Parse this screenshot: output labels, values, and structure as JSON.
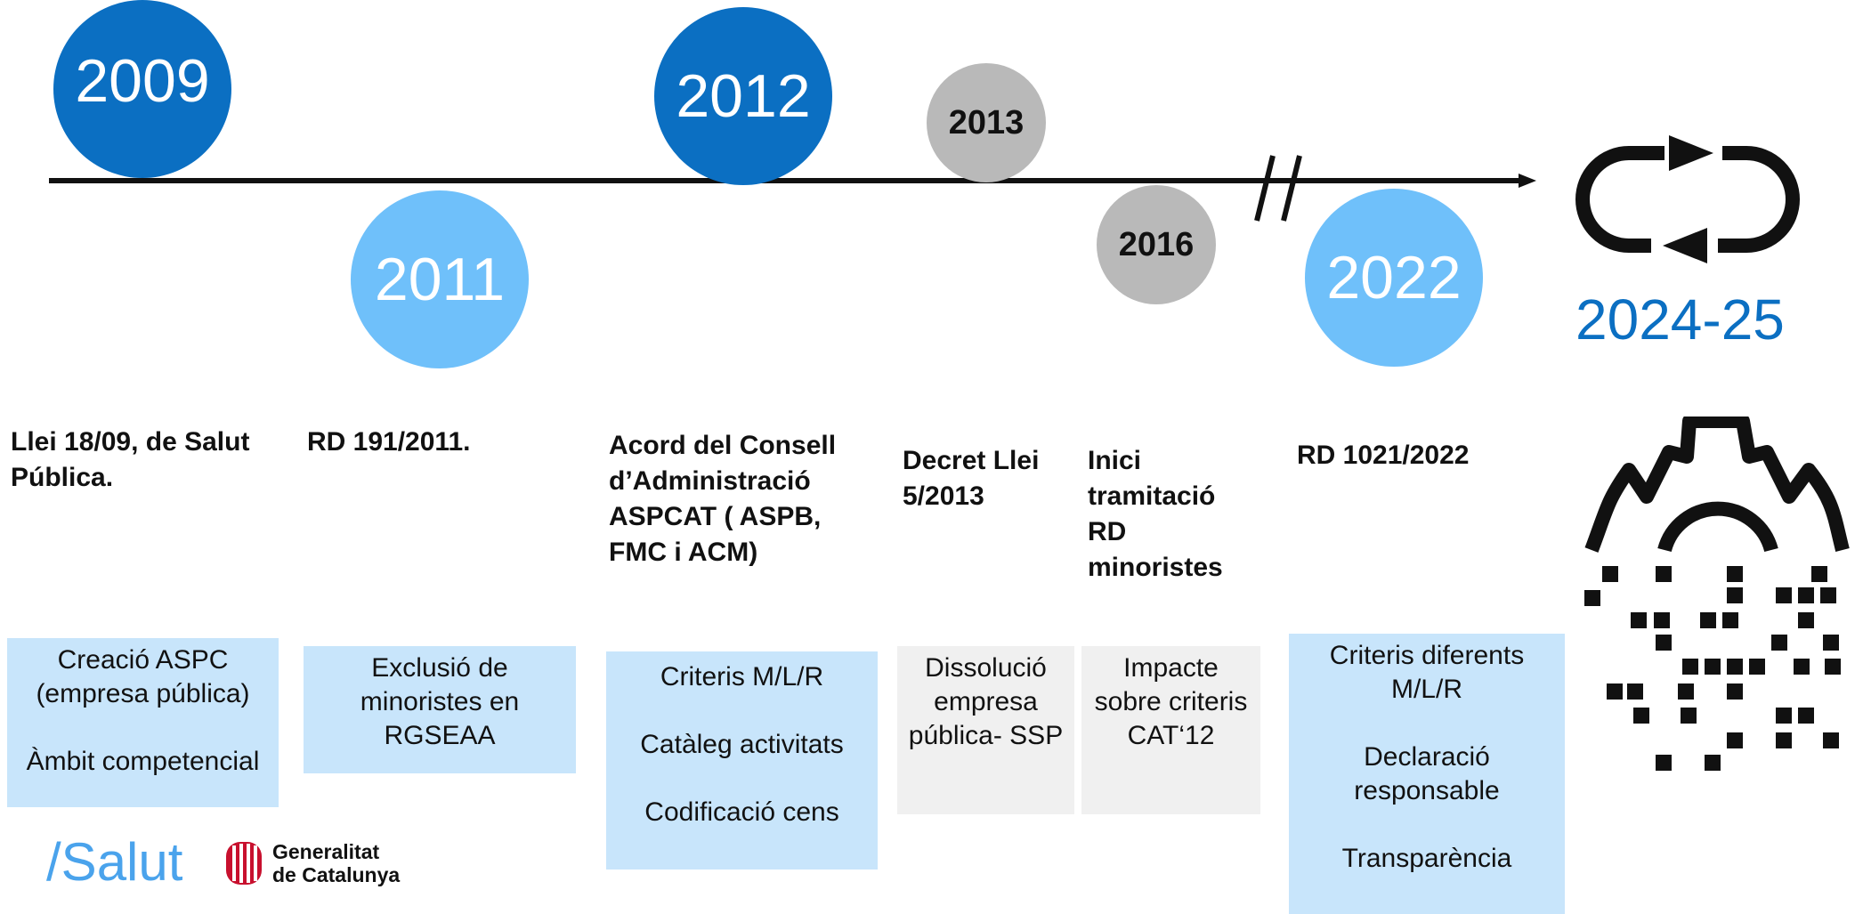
{
  "timeline": {
    "years": [
      {
        "id": "y2009",
        "label": "2009"
      },
      {
        "id": "y2011",
        "label": "2011"
      },
      {
        "id": "y2012",
        "label": "2012"
      },
      {
        "id": "y2013",
        "label": "2013"
      },
      {
        "id": "y2016",
        "label": "2016"
      },
      {
        "id": "y2022",
        "label": "2022"
      }
    ],
    "future_label": "2024-25",
    "colors": {
      "dark_blue": "#0b6fc2",
      "light_blue": "#6fc0fa",
      "grey": "#b9b9b9",
      "box_blue": "#c8e5fb",
      "box_grey": "#f0f0f0"
    }
  },
  "headings": {
    "h2009": "Llei 18/09, de Salut Pública.",
    "h2011": "RD 191/2011.",
    "h2012": "Acord del Consell d’Administració ASPCAT ( ASPB, FMC i ACM)",
    "h2013": "Decret Llei 5/2013",
    "h2016": "Inici tramitació RD minoristes",
    "h2022": "RD 1021/2022"
  },
  "boxes": {
    "b2009": [
      "Creació ASPC",
      "(empresa pública)",
      "",
      "Àmbit competencial"
    ],
    "b2011": [
      "Exclusió de",
      "minoristes en",
      "RGSEAA"
    ],
    "b2012": [
      "Criteris M/L/R",
      "",
      "Catàleg activitats",
      "",
      "Codificació cens"
    ],
    "b2013": [
      "Dissolució",
      "empresa",
      "pública- SSP"
    ],
    "b2016": [
      "Impacte",
      "sobre criteris",
      "CAT‘12"
    ],
    "b2022": [
      "Criteris diferents",
      "M/L/R",
      "",
      "Declaració",
      "responsable",
      "",
      "Transparència"
    ]
  },
  "icons": {
    "cycle": "cycle-arrows-icon",
    "gear": "digital-gear-icon",
    "break": "axis-break-icon"
  },
  "footer": {
    "salut": "/Salut",
    "gencat_line1": "Generalitat",
    "gencat_line2": "de Catalunya"
  }
}
